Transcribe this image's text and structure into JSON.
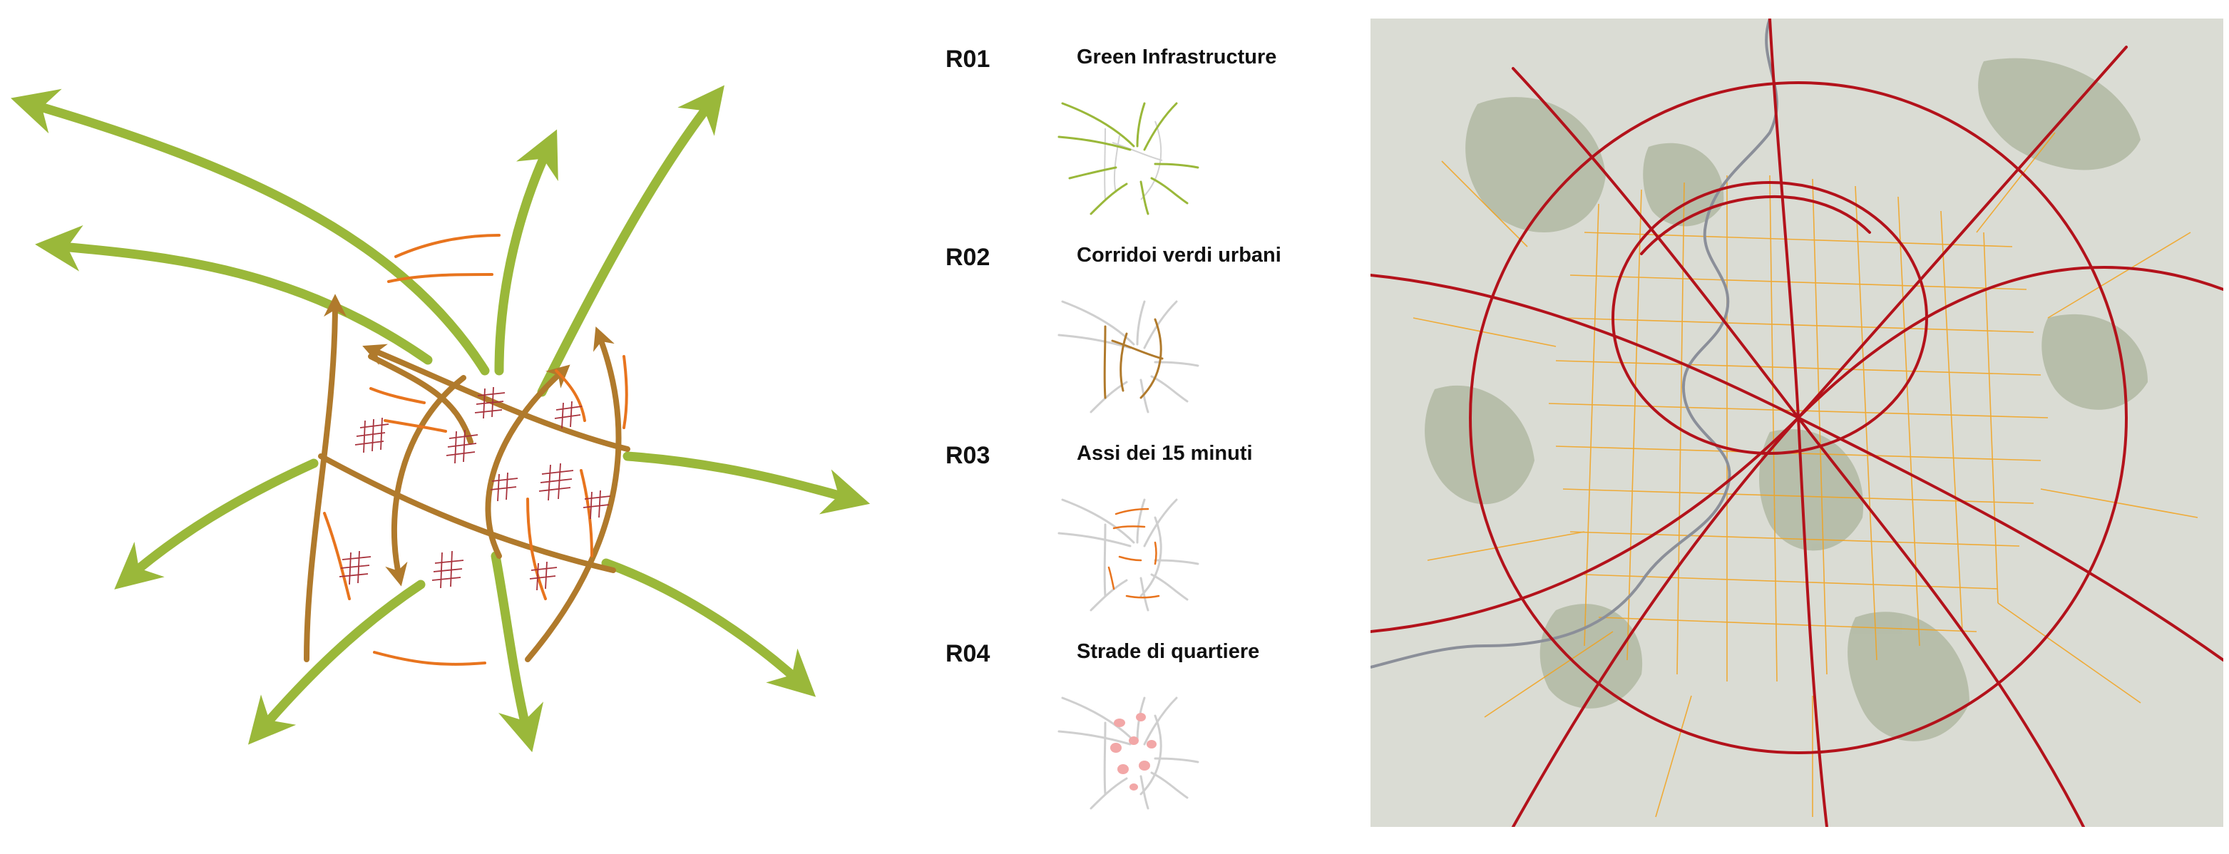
{
  "legend": {
    "items": [
      {
        "code": "R01",
        "title": "Green Infrastructure"
      },
      {
        "code": "R02",
        "title": "Corridoi verdi urbani"
      },
      {
        "code": "R03",
        "title": "Assi dei 15 minuti"
      },
      {
        "code": "R04",
        "title": "Strade di quartiere"
      }
    ]
  },
  "colors": {
    "green": "#9ab83a",
    "brown": "#b07a2c",
    "orange": "#e8741e",
    "red_grid": "#a8323c",
    "grey": "#c4c4c4",
    "map_base": "#d9dcd3",
    "map_green": "#9aa586",
    "road_major": "#b3121b",
    "road_minor": "#f2a21c",
    "river": "#8b8f99"
  }
}
